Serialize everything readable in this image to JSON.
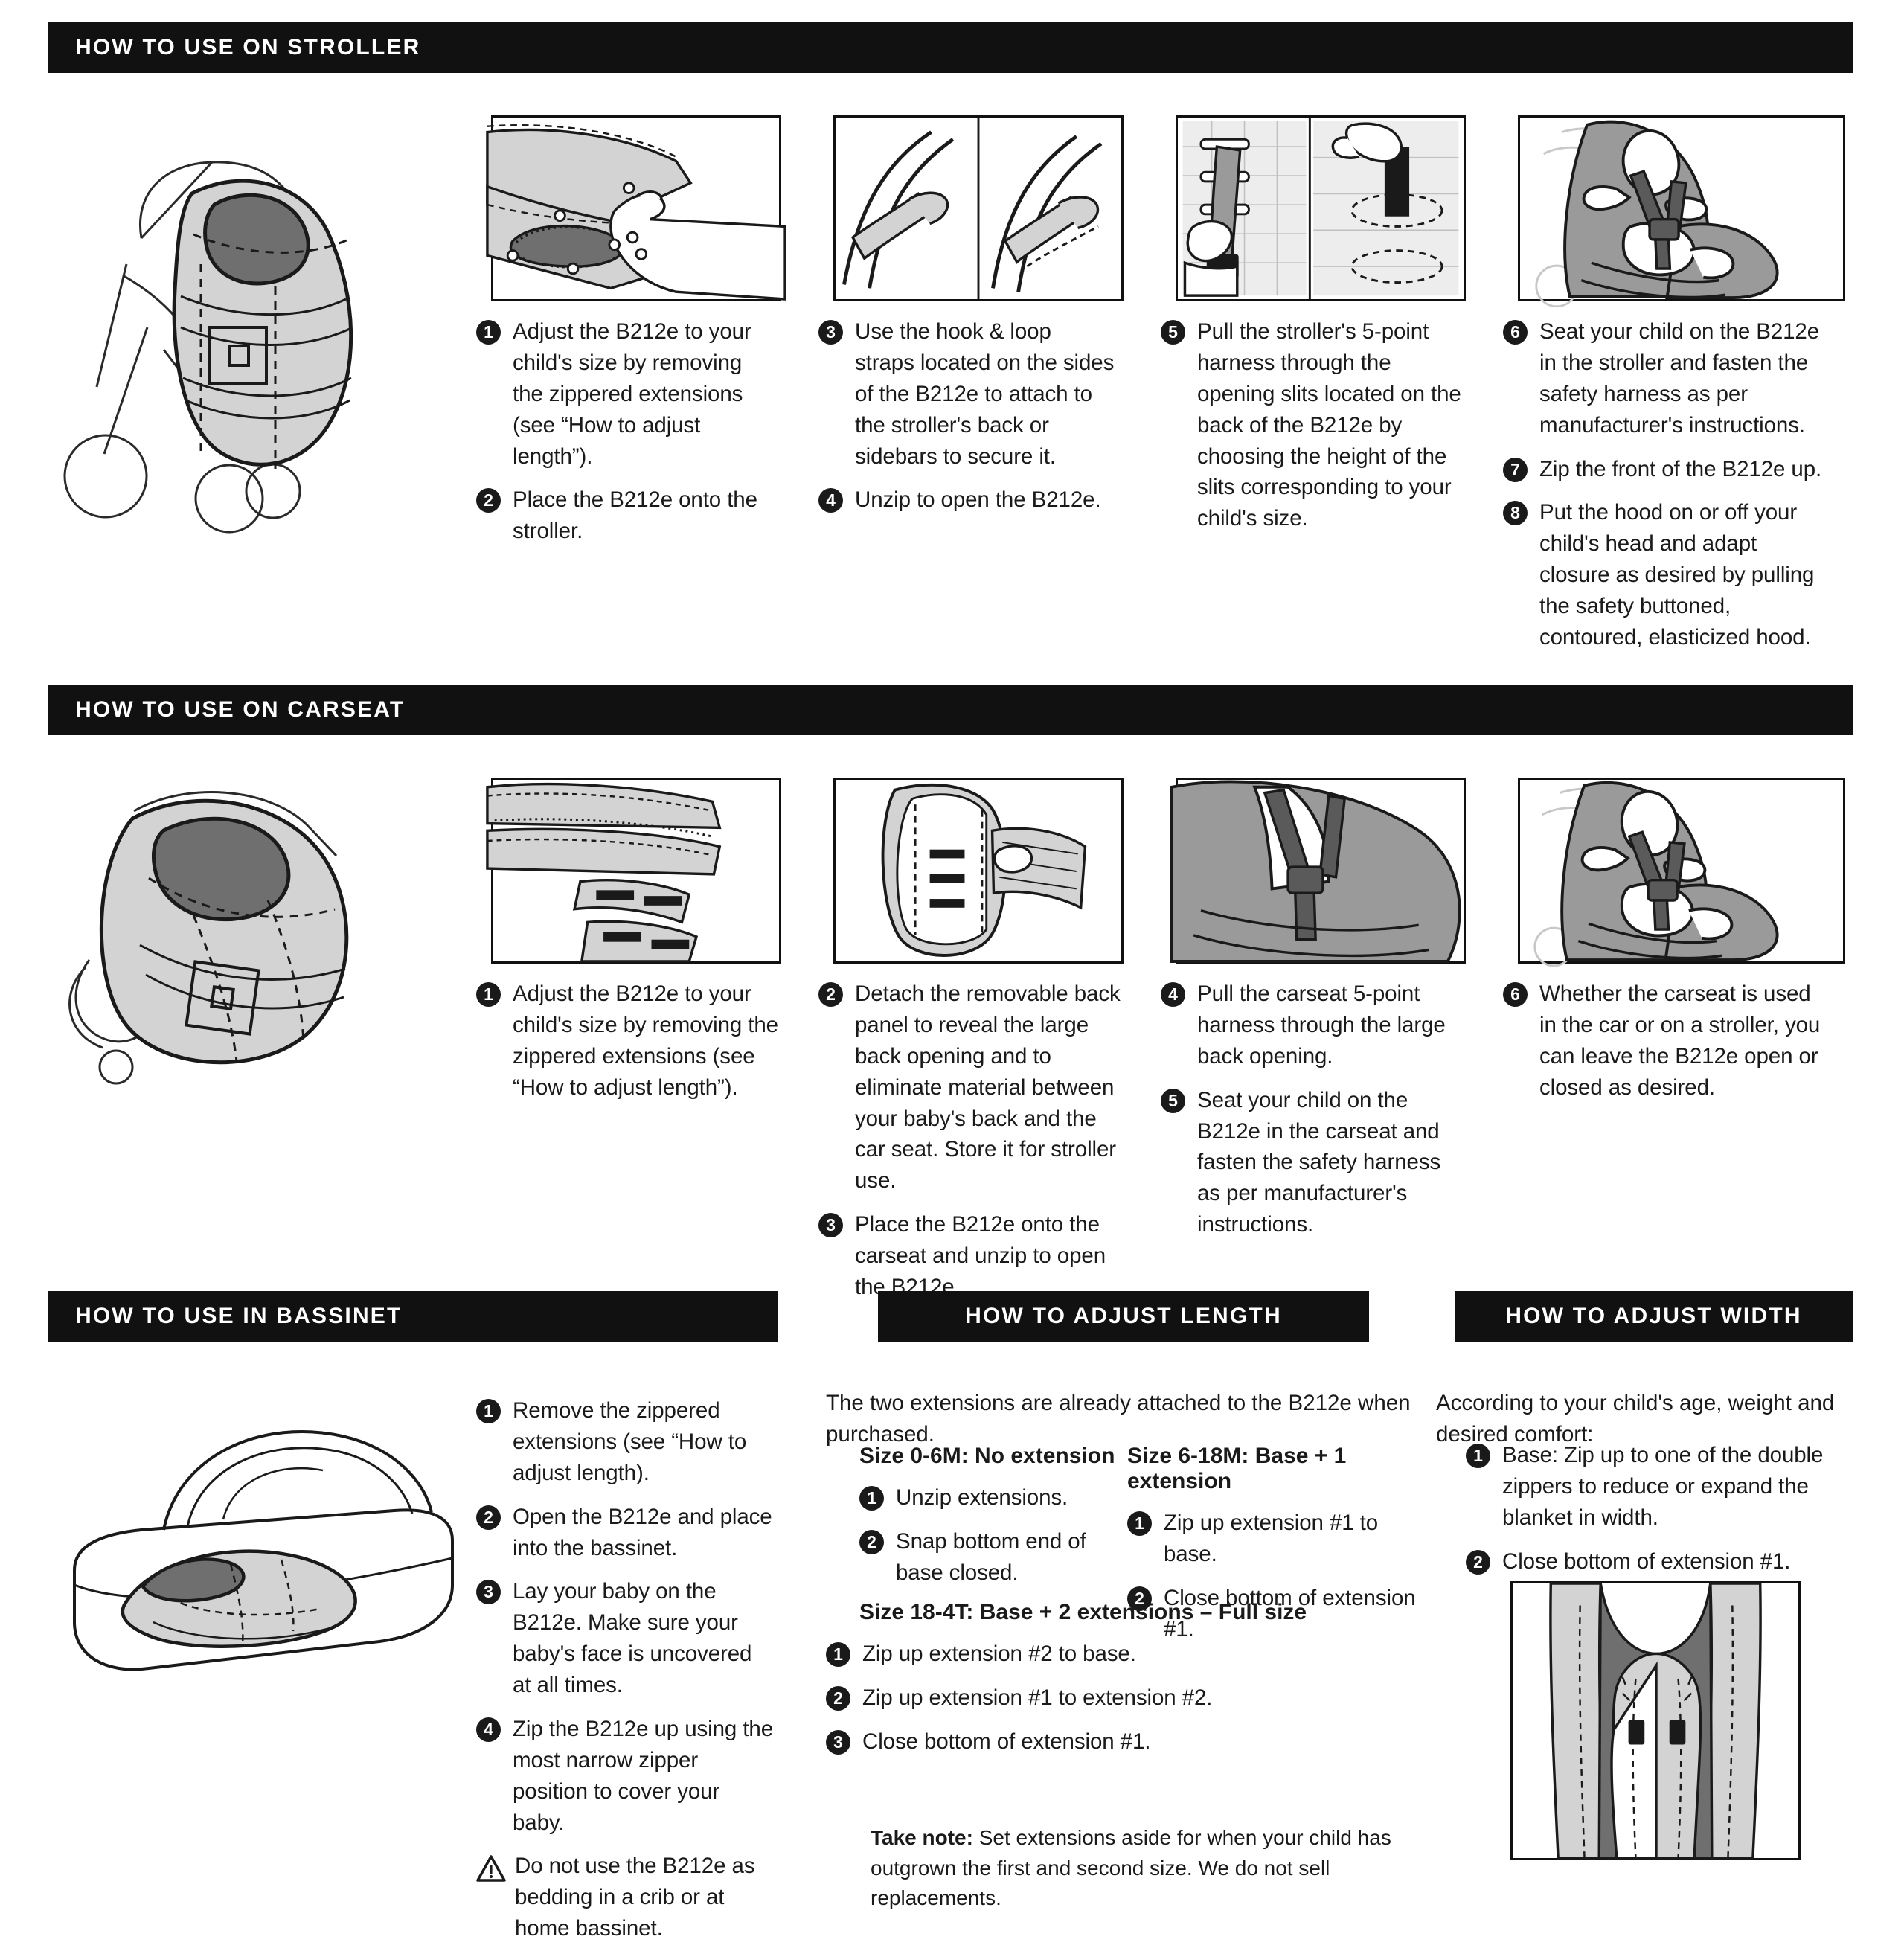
{
  "sections": {
    "stroller": {
      "title": "HOW TO USE ON STROLLER",
      "columns": [
        {
          "steps": [
            {
              "num": "1",
              "text": "Adjust the B212e to your child's size by removing the zippered extensions (see “How to adjust length”)."
            },
            {
              "num": "2",
              "text": "Place the B212e onto the stroller."
            }
          ]
        },
        {
          "steps": [
            {
              "num": "3",
              "text": "Use the hook & loop straps located on the sides of the B212e to attach to the stroller's back or sidebars to secure it."
            },
            {
              "num": "4",
              "text": "Unzip to open the B212e."
            }
          ]
        },
        {
          "steps": [
            {
              "num": "5",
              "text": "Pull the stroller's 5-point harness through the opening slits located on the back of the B212e by choosing the height of the slits corresponding to your child's size."
            }
          ]
        },
        {
          "steps": [
            {
              "num": "6",
              "text": "Seat your child on the B212e in the stroller and fasten the safety harness as per manufacturer's instructions."
            },
            {
              "num": "7",
              "text": "Zip the front of the B212e up."
            },
            {
              "num": "8",
              "text": "Put the hood on or off your child's head and adapt closure as desired by pulling the safety buttoned, contoured, elasticized hood."
            }
          ]
        }
      ]
    },
    "carseat": {
      "title": "HOW TO USE ON CARSEAT",
      "columns": [
        {
          "steps": [
            {
              "num": "1",
              "text": "Adjust the B212e to your child's size by removing the zippered extensions (see “How to adjust length”)."
            }
          ]
        },
        {
          "steps": [
            {
              "num": "2",
              "text": "Detach the removable back panel to reveal the large back opening and to eliminate material between your baby's back and the car seat. Store it for stroller use."
            },
            {
              "num": "3",
              "text": "Place the B212e onto the carseat and unzip to open the B212e."
            }
          ]
        },
        {
          "steps": [
            {
              "num": "4",
              "text": "Pull the carseat 5-point harness through the large back opening."
            },
            {
              "num": "5",
              "text": "Seat your child on the B212e in the carseat and fasten the safety harness as per manufacturer's instructions."
            }
          ]
        },
        {
          "steps": [
            {
              "num": "6",
              "text": "Whether the carseat is used in the car or on a stroller, you can leave the B212e open or closed as desired."
            }
          ]
        }
      ]
    },
    "bassinet": {
      "title": "HOW TO USE IN BASSINET",
      "steps": [
        {
          "num": "1",
          "text": "Remove the zippered extensions (see “How to adjust length)."
        },
        {
          "num": "2",
          "text": "Open the B212e and place into the bassinet."
        },
        {
          "num": "3",
          "text": "Lay your baby on the B212e. Make sure your baby's face is uncovered at all times."
        },
        {
          "num": "4",
          "text": "Zip the B212e up using the most narrow zipper position to cover your baby."
        },
        {
          "num": "warning",
          "text": "Do not use the B212e as bedding in a crib or at home bassinet."
        }
      ]
    },
    "length": {
      "title": "HOW TO ADJUST LENGTH",
      "intro": "The two extensions are already attached to the B212e when purchased.",
      "groups": [
        {
          "heading": "Size 0-6M: No extension",
          "steps": [
            {
              "num": "1",
              "text": "Unzip extensions."
            },
            {
              "num": "2",
              "text": "Snap bottom end of base closed."
            }
          ]
        },
        {
          "heading": "Size 6-18M: Base + 1 extension",
          "steps": [
            {
              "num": "1",
              "text": "Zip up extension #1 to base."
            },
            {
              "num": "2",
              "text": "Close bottom of extension #1."
            }
          ]
        },
        {
          "heading": "Size 18-4T: Base + 2 extensions – Full size",
          "steps": [
            {
              "num": "1",
              "text": "Zip up extension #2 to base."
            },
            {
              "num": "2",
              "text": "Zip up extension #1 to extension #2."
            },
            {
              "num": "3",
              "text": "Close bottom of extension #1."
            }
          ]
        }
      ],
      "note_label": "Take note:",
      "note_text": " Set extensions aside for when your child has outgrown the first and second size. We do not sell replacements."
    },
    "width": {
      "title": "HOW TO ADJUST WIDTH",
      "intro": "According to your child's age, weight and desired comfort:",
      "steps": [
        {
          "num": "1",
          "text": "Base: Zip up to one of the double zippers to reduce or expand the blanket in width."
        },
        {
          "num": "2",
          "text": "Close bottom of extension #1."
        }
      ]
    }
  },
  "colors": {
    "ink": "#111111",
    "light_gray": "#d3d3d3",
    "mid_gray": "#9a9a9a",
    "dark_gray": "#6f6f6f",
    "paper": "#ffffff"
  },
  "illustrations": {
    "stroller_hero": "stroller-with-footmuff-illustration",
    "stroller_panels": [
      "unzip-extension-detail-illustration",
      "hook-loop-straps-on-stroller-bars-illustration",
      "harness-slits-detail-illustration",
      "child-seated-in-stroller-illustration"
    ],
    "carseat_hero": "carseat-with-footmuff-illustration",
    "carseat_panels": [
      "removing-zippered-extensions-illustration",
      "detach-back-panel-illustration",
      "harness-through-back-opening-illustration",
      "child-seated-in-carseat-illustration"
    ],
    "bassinet_hero": "bassinet-with-footmuff-illustration",
    "width_panel": "width-adjust-zipper-detail-illustration"
  }
}
